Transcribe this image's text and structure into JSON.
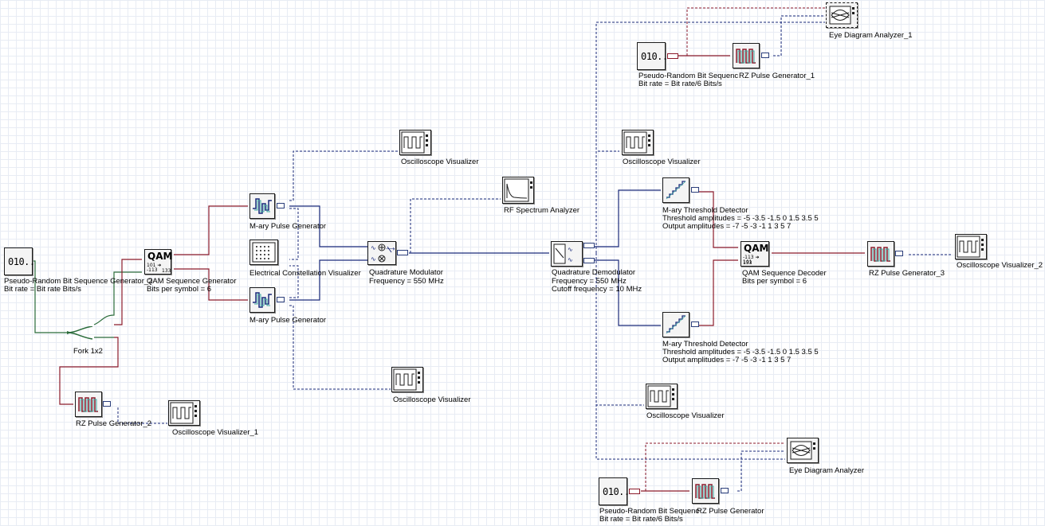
{
  "components": [
    {
      "id": "prbs_main",
      "icon": "bits-icon",
      "label": "Pseudo-Random Bit Sequence Generator_2",
      "param": "Bit rate = Bit rate  Bits/s"
    },
    {
      "id": "qam_gen",
      "icon": "qam-encoder-icon",
      "label": "QAM Sequence Generator",
      "param": "Bits per symbol = 6",
      "icon_text": "QAM",
      "icon_sub1": "101 ➜ -113",
      "icon_sub2": "133"
    },
    {
      "id": "fork",
      "icon": "fork-icon",
      "label": "Fork 1x2"
    },
    {
      "id": "rz2",
      "icon": "pulse-icon",
      "label": "RZ Pulse Generator_2"
    },
    {
      "id": "osc1",
      "icon": "oscilloscope-icon",
      "label": "Oscilloscope Visualizer_1"
    },
    {
      "id": "mary_top",
      "icon": "mary-pulse-icon",
      "label": "M-ary Pulse Generator"
    },
    {
      "id": "mary_bot",
      "icon": "mary-pulse-icon",
      "label": "M-ary Pulse Generator"
    },
    {
      "id": "constel",
      "icon": "constellation-icon",
      "label": "Electrical Constellation Visualizer"
    },
    {
      "id": "osc_top",
      "icon": "oscilloscope-icon",
      "label": "Oscilloscope Visualizer"
    },
    {
      "id": "osc_bot",
      "icon": "oscilloscope-icon",
      "label": "Oscilloscope Visualizer"
    },
    {
      "id": "qmod",
      "icon": "quadrature-modulator-icon",
      "label": "Quadrature Modulator",
      "param": "Frequency = 550  MHz"
    },
    {
      "id": "rfsa",
      "icon": "spectrum-icon",
      "label": "RF Spectrum Analyzer"
    },
    {
      "id": "qdemod",
      "icon": "quadrature-demodulator-icon",
      "label": "Quadrature Demodulator",
      "param": "Frequency = 550  MHz",
      "param2": "Cutoff frequency = 10  MHz"
    },
    {
      "id": "osc_mid",
      "icon": "oscilloscope-icon",
      "label": "Oscilloscope Visualizer"
    },
    {
      "id": "osc_mid2",
      "icon": "oscilloscope-icon",
      "label": "Oscilloscope Visualizer"
    },
    {
      "id": "thr_top",
      "icon": "threshold-icon",
      "label": "M-ary Threshold Detector",
      "param": "Threshold amplitudes = -5 -3.5 -1.5 0 1.5 3.5 5",
      "param2": "Output amplitudes = -7 -5 -3 -1 1 3 5 7"
    },
    {
      "id": "thr_bot",
      "icon": "threshold-icon",
      "label": "M-ary Threshold Detector",
      "param": "Threshold amplitudes = -5 -3.5 -1.5 0 1.5 3.5 5",
      "param2": "Output amplitudes = -7 -5 -3 -1 1 3 5 7"
    },
    {
      "id": "qam_dec",
      "icon": "qam-decoder-icon",
      "label": "QAM Sequence Decoder",
      "param": "Bits per symbol = 6",
      "icon_text": "QAM",
      "icon_sub1": "-113 ➜ 101",
      "icon_sub2": "133"
    },
    {
      "id": "rz3",
      "icon": "pulse-icon",
      "label": "RZ Pulse Generator_3"
    },
    {
      "id": "osc2",
      "icon": "oscilloscope-icon",
      "label": "Oscilloscope Visualizer_2"
    },
    {
      "id": "prbs_top",
      "icon": "bits-icon",
      "label": "Pseudo-Random Bit Sequenc",
      "param": "Bit rate = Bit rate/6  Bits/s"
    },
    {
      "id": "rz1",
      "icon": "pulse-icon",
      "label": "RZ Pulse Generator_1"
    },
    {
      "id": "eye1",
      "icon": "eye-diagram-icon",
      "label": "Eye Diagram Analyzer_1"
    },
    {
      "id": "prbs_bot",
      "icon": "bits-icon",
      "label": "Pseudo-Random Bit Sequenc",
      "param": "Bit rate = Bit rate/6  Bits/s"
    },
    {
      "id": "rz_bot",
      "icon": "pulse-icon",
      "label": "RZ Pulse Generator"
    },
    {
      "id": "eye_bot",
      "icon": "eye-diagram-icon",
      "label": "Eye Diagram Analyzer"
    }
  ],
  "bits_text": "010..",
  "colors": {
    "binary": "#8b1a2b",
    "electrical": "#1a2a7a",
    "fork": "#2a6b3a",
    "grid": "#e8ecf4"
  }
}
